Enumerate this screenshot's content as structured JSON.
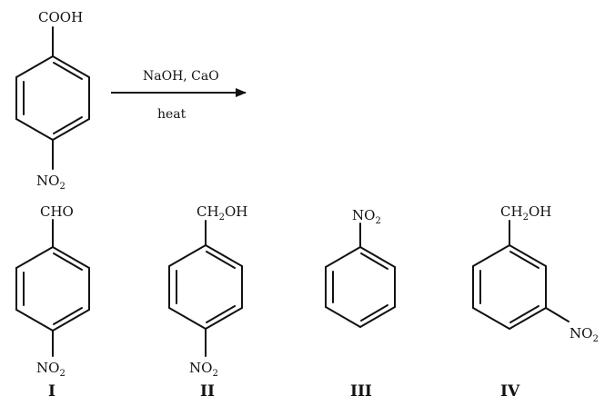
{
  "reactant": {
    "top_group": "COOH",
    "bottom_group_main": "NO",
    "bottom_group_sub": "2"
  },
  "reaction": {
    "reagents": "NaOH, CaO",
    "condition": "heat"
  },
  "options": [
    {
      "label": "I",
      "group_a_main": "CHO",
      "group_a_sub": "",
      "group_a_tail": "",
      "group_b_main": "NO",
      "group_b_sub": "2"
    },
    {
      "label": "II",
      "group_a_main": "CH",
      "group_a_sub": "2",
      "group_a_tail": "OH",
      "group_b_main": "NO",
      "group_b_sub": "2"
    },
    {
      "label": "III",
      "group_a_main": "NO",
      "group_a_sub": "2",
      "group_a_tail": ""
    },
    {
      "label": "IV",
      "group_a_main": "CH",
      "group_a_sub": "2",
      "group_a_tail": "OH",
      "group_b_main": "NO",
      "group_b_sub": "2"
    }
  ],
  "colors": {
    "ink": "#111111",
    "background": "#ffffff"
  }
}
